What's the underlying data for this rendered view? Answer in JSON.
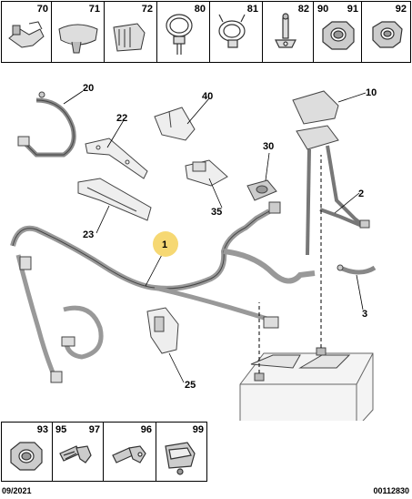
{
  "top_parts": [
    "70",
    "71",
    "72",
    "80",
    "81",
    "82",
    "90",
    "91",
    "92"
  ],
  "bottom_parts": [
    "93",
    "95",
    "97",
    "96",
    "99"
  ],
  "callouts": {
    "c1": "1",
    "c2": "2",
    "c3": "3",
    "c10": "10",
    "c20": "20",
    "c22": "22",
    "c23": "23",
    "c25": "25",
    "c30": "30",
    "c35": "35",
    "c40": "40"
  },
  "footer": {
    "date": "09/2021",
    "ref": "00112830"
  },
  "highlight_color": "#f6d873"
}
